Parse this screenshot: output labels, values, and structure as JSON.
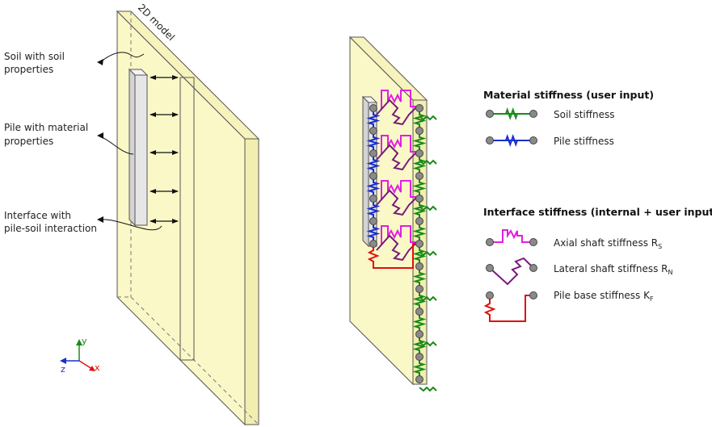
{
  "left_model": {
    "model_tag": "2D model",
    "callouts": [
      {
        "line1": "Soil with soil",
        "line2": "properties"
      },
      {
        "line1": "Pile with material",
        "line2": "properties"
      },
      {
        "line1": "Interface with",
        "line2": "pile-soil interaction"
      }
    ]
  },
  "axes": {
    "x": "x",
    "y": "y",
    "z": "z"
  },
  "legend": {
    "material": {
      "title": "Material stiffness (user input)",
      "items": [
        {
          "label": "Soil stiffness",
          "color": "#1a8a1a"
        },
        {
          "label": "Pile stiffness",
          "color": "#1a2ecc"
        }
      ]
    },
    "interface": {
      "title": "Interface stiffness (internal + user input)",
      "items": [
        {
          "label": "Axial shaft stiffness R",
          "sub": "S",
          "color": "#e020e0"
        },
        {
          "label": "Lateral shaft stiffness R",
          "sub": "N",
          "color": "#7a1a7a"
        },
        {
          "label": "Pile base stiffness K",
          "sub": "F",
          "color": "#e01010"
        }
      ]
    }
  },
  "colors": {
    "plate_fill": "#fbf8c8",
    "plate_edge": "#555555",
    "pile_fill": "#e6e6e6",
    "node": "#8a8a8a",
    "soil": "#1a8a1a",
    "pile": "#1a2ecc",
    "axial": "#e020e0",
    "lateral": "#7a1a7a",
    "base": "#e01010",
    "axis_x": "#e01010",
    "axis_y": "#1a8a1a",
    "axis_z": "#1a2ecc"
  }
}
